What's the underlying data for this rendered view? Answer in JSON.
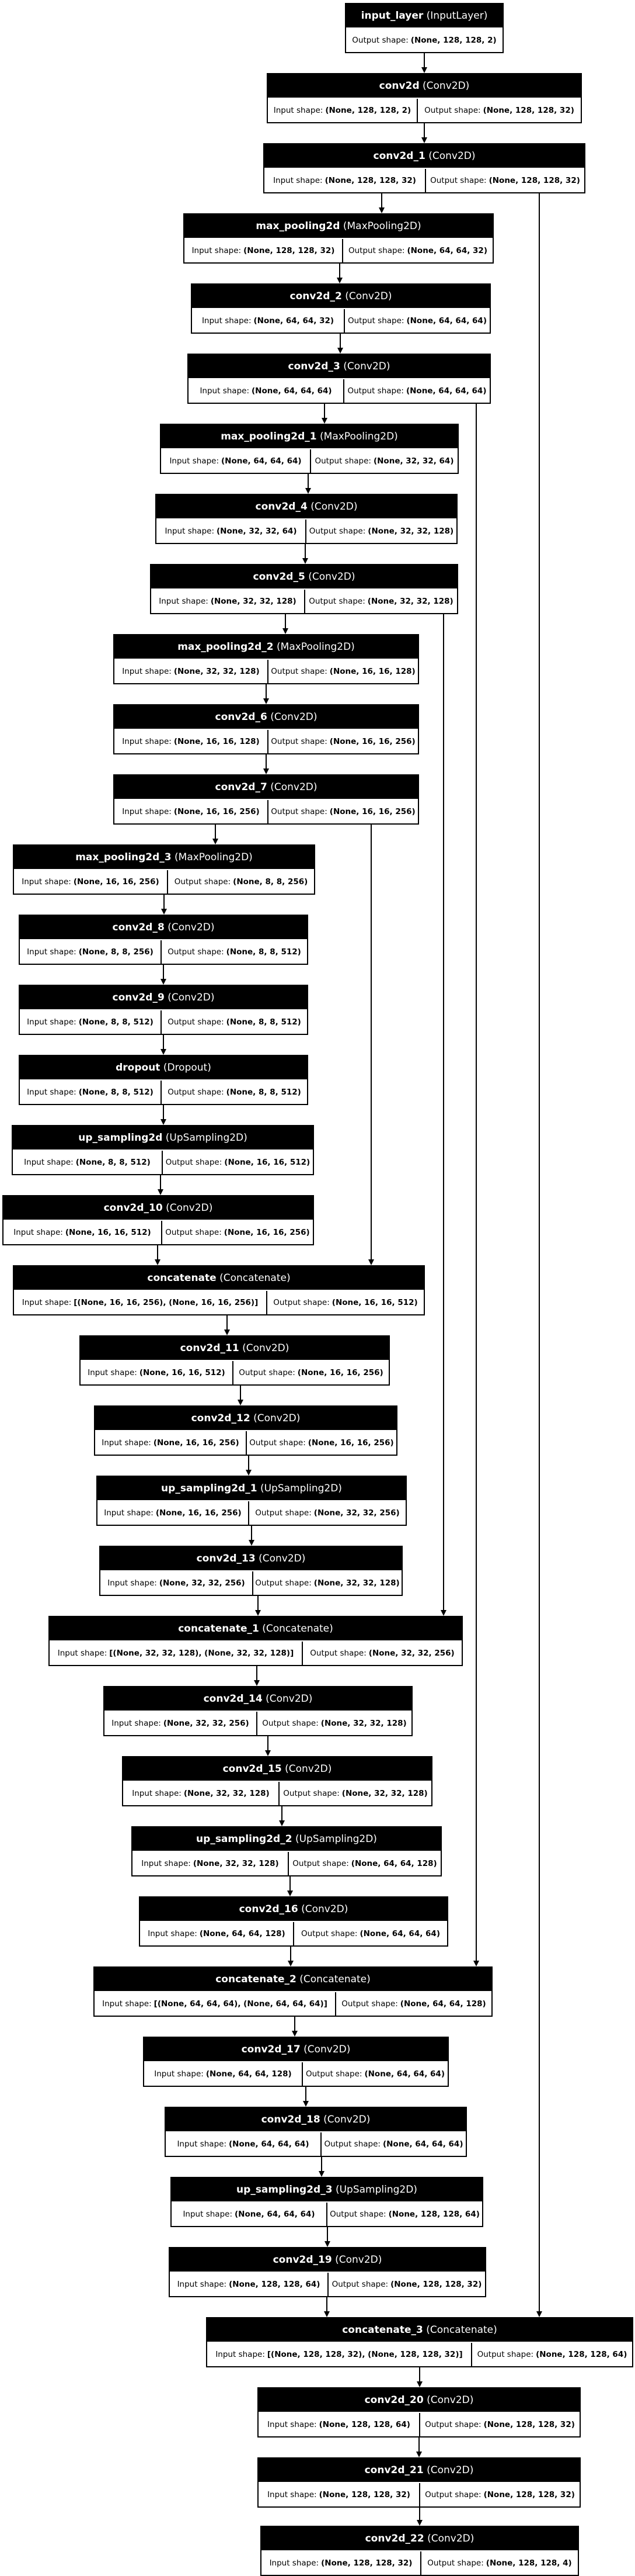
{
  "labels": {
    "input": "Input shape:",
    "output": "Output shape:"
  },
  "nodes": [
    {
      "id": "input_layer",
      "name": "input_layer",
      "type": "(InputLayer)",
      "input": "",
      "output": "(None, 128, 128, 2)"
    },
    {
      "id": "conv2d",
      "name": "conv2d",
      "type": "(Conv2D)",
      "input": "(None, 128, 128, 2)",
      "output": "(None, 128, 128, 32)"
    },
    {
      "id": "conv2d_1",
      "name": "conv2d_1",
      "type": "(Conv2D)",
      "input": "(None, 128, 128, 32)",
      "output": "(None, 128, 128, 32)"
    },
    {
      "id": "max_pooling2d",
      "name": "max_pooling2d",
      "type": "(MaxPooling2D)",
      "input": "(None, 128, 128, 32)",
      "output": "(None, 64, 64, 32)"
    },
    {
      "id": "conv2d_2",
      "name": "conv2d_2",
      "type": "(Conv2D)",
      "input": "(None, 64, 64, 32)",
      "output": "(None, 64, 64, 64)"
    },
    {
      "id": "conv2d_3",
      "name": "conv2d_3",
      "type": "(Conv2D)",
      "input": "(None, 64, 64, 64)",
      "output": "(None, 64, 64, 64)"
    },
    {
      "id": "max_pooling2d_1",
      "name": "max_pooling2d_1",
      "type": "(MaxPooling2D)",
      "input": "(None, 64, 64, 64)",
      "output": "(None, 32, 32, 64)"
    },
    {
      "id": "conv2d_4",
      "name": "conv2d_4",
      "type": "(Conv2D)",
      "input": "(None, 32, 32, 64)",
      "output": "(None, 32, 32, 128)"
    },
    {
      "id": "conv2d_5",
      "name": "conv2d_5",
      "type": "(Conv2D)",
      "input": "(None, 32, 32, 128)",
      "output": "(None, 32, 32, 128)"
    },
    {
      "id": "max_pooling2d_2",
      "name": "max_pooling2d_2",
      "type": "(MaxPooling2D)",
      "input": "(None, 32, 32, 128)",
      "output": "(None, 16, 16, 128)"
    },
    {
      "id": "conv2d_6",
      "name": "conv2d_6",
      "type": "(Conv2D)",
      "input": "(None, 16, 16, 128)",
      "output": "(None, 16, 16, 256)"
    },
    {
      "id": "conv2d_7",
      "name": "conv2d_7",
      "type": "(Conv2D)",
      "input": "(None, 16, 16, 256)",
      "output": "(None, 16, 16, 256)"
    },
    {
      "id": "max_pooling2d_3",
      "name": "max_pooling2d_3",
      "type": "(MaxPooling2D)",
      "input": "(None, 16, 16, 256)",
      "output": "(None, 8, 8, 256)"
    },
    {
      "id": "conv2d_8",
      "name": "conv2d_8",
      "type": "(Conv2D)",
      "input": "(None, 8, 8, 256)",
      "output": "(None, 8, 8, 512)"
    },
    {
      "id": "conv2d_9",
      "name": "conv2d_9",
      "type": "(Conv2D)",
      "input": "(None, 8, 8, 512)",
      "output": "(None, 8, 8, 512)"
    },
    {
      "id": "dropout",
      "name": "dropout",
      "type": "(Dropout)",
      "input": "(None, 8, 8, 512)",
      "output": "(None, 8, 8, 512)"
    },
    {
      "id": "up_sampling2d",
      "name": "up_sampling2d",
      "type": "(UpSampling2D)",
      "input": "(None, 8, 8, 512)",
      "output": "(None, 16, 16, 512)"
    },
    {
      "id": "conv2d_10",
      "name": "conv2d_10",
      "type": "(Conv2D)",
      "input": "(None, 16, 16, 512)",
      "output": "(None, 16, 16, 256)"
    },
    {
      "id": "concatenate",
      "name": "concatenate",
      "type": "(Concatenate)",
      "input": "[(None, 16, 16, 256), (None, 16, 16, 256)]",
      "output": "(None, 16, 16, 512)"
    },
    {
      "id": "conv2d_11",
      "name": "conv2d_11",
      "type": "(Conv2D)",
      "input": "(None, 16, 16, 512)",
      "output": "(None, 16, 16, 256)"
    },
    {
      "id": "conv2d_12",
      "name": "conv2d_12",
      "type": "(Conv2D)",
      "input": "(None, 16, 16, 256)",
      "output": "(None, 16, 16, 256)"
    },
    {
      "id": "up_sampling2d_1",
      "name": "up_sampling2d_1",
      "type": "(UpSampling2D)",
      "input": "(None, 16, 16, 256)",
      "output": "(None, 32, 32, 256)"
    },
    {
      "id": "conv2d_13",
      "name": "conv2d_13",
      "type": "(Conv2D)",
      "input": "(None, 32, 32, 256)",
      "output": "(None, 32, 32, 128)"
    },
    {
      "id": "concatenate_1",
      "name": "concatenate_1",
      "type": "(Concatenate)",
      "input": "[(None, 32, 32, 128), (None, 32, 32, 128)]",
      "output": "(None, 32, 32, 256)"
    },
    {
      "id": "conv2d_14",
      "name": "conv2d_14",
      "type": "(Conv2D)",
      "input": "(None, 32, 32, 256)",
      "output": "(None, 32, 32, 128)"
    },
    {
      "id": "conv2d_15",
      "name": "conv2d_15",
      "type": "(Conv2D)",
      "input": "(None, 32, 32, 128)",
      "output": "(None, 32, 32, 128)"
    },
    {
      "id": "up_sampling2d_2",
      "name": "up_sampling2d_2",
      "type": "(UpSampling2D)",
      "input": "(None, 32, 32, 128)",
      "output": "(None, 64, 64, 128)"
    },
    {
      "id": "conv2d_16",
      "name": "conv2d_16",
      "type": "(Conv2D)",
      "input": "(None, 64, 64, 128)",
      "output": "(None, 64, 64, 64)"
    },
    {
      "id": "concatenate_2",
      "name": "concatenate_2",
      "type": "(Concatenate)",
      "input": "[(None, 64, 64, 64), (None, 64, 64, 64)]",
      "output": "(None, 64, 64, 128)"
    },
    {
      "id": "conv2d_17",
      "name": "conv2d_17",
      "type": "(Conv2D)",
      "input": "(None, 64, 64, 128)",
      "output": "(None, 64, 64, 64)"
    },
    {
      "id": "conv2d_18",
      "name": "conv2d_18",
      "type": "(Conv2D)",
      "input": "(None, 64, 64, 64)",
      "output": "(None, 64, 64, 64)"
    },
    {
      "id": "up_sampling2d_3",
      "name": "up_sampling2d_3",
      "type": "(UpSampling2D)",
      "input": "(None, 64, 64, 64)",
      "output": "(None, 128, 128, 64)"
    },
    {
      "id": "conv2d_19",
      "name": "conv2d_19",
      "type": "(Conv2D)",
      "input": "(None, 128, 128, 64)",
      "output": "(None, 128, 128, 32)"
    },
    {
      "id": "concatenate_3",
      "name": "concatenate_3",
      "type": "(Concatenate)",
      "input": "[(None, 128, 128, 32), (None, 128, 128, 32)]",
      "output": "(None, 128, 128, 64)"
    },
    {
      "id": "conv2d_20",
      "name": "conv2d_20",
      "type": "(Conv2D)",
      "input": "(None, 128, 128, 64)",
      "output": "(None, 128, 128, 32)"
    },
    {
      "id": "conv2d_21",
      "name": "conv2d_21",
      "type": "(Conv2D)",
      "input": "(None, 128, 128, 32)",
      "output": "(None, 128, 128, 32)"
    },
    {
      "id": "conv2d_22",
      "name": "conv2d_22",
      "type": "(Conv2D)",
      "input": "(None, 128, 128, 32)",
      "output": "(None, 128, 128, 4)"
    }
  ],
  "edges": [
    [
      "input_layer",
      "conv2d"
    ],
    [
      "conv2d",
      "conv2d_1"
    ],
    [
      "conv2d_1",
      "max_pooling2d"
    ],
    [
      "max_pooling2d",
      "conv2d_2"
    ],
    [
      "conv2d_2",
      "conv2d_3"
    ],
    [
      "conv2d_3",
      "max_pooling2d_1"
    ],
    [
      "max_pooling2d_1",
      "conv2d_4"
    ],
    [
      "conv2d_4",
      "conv2d_5"
    ],
    [
      "conv2d_5",
      "max_pooling2d_2"
    ],
    [
      "max_pooling2d_2",
      "conv2d_6"
    ],
    [
      "conv2d_6",
      "conv2d_7"
    ],
    [
      "conv2d_7",
      "max_pooling2d_3"
    ],
    [
      "max_pooling2d_3",
      "conv2d_8"
    ],
    [
      "conv2d_8",
      "conv2d_9"
    ],
    [
      "conv2d_9",
      "dropout"
    ],
    [
      "dropout",
      "up_sampling2d"
    ],
    [
      "up_sampling2d",
      "conv2d_10"
    ],
    [
      "conv2d_10",
      "concatenate"
    ],
    [
      "conv2d_7",
      "concatenate"
    ],
    [
      "concatenate",
      "conv2d_11"
    ],
    [
      "conv2d_11",
      "conv2d_12"
    ],
    [
      "conv2d_12",
      "up_sampling2d_1"
    ],
    [
      "up_sampling2d_1",
      "conv2d_13"
    ],
    [
      "conv2d_13",
      "concatenate_1"
    ],
    [
      "conv2d_5",
      "concatenate_1"
    ],
    [
      "concatenate_1",
      "conv2d_14"
    ],
    [
      "conv2d_14",
      "conv2d_15"
    ],
    [
      "conv2d_15",
      "up_sampling2d_2"
    ],
    [
      "up_sampling2d_2",
      "conv2d_16"
    ],
    [
      "conv2d_16",
      "concatenate_2"
    ],
    [
      "conv2d_3",
      "concatenate_2"
    ],
    [
      "concatenate_2",
      "conv2d_17"
    ],
    [
      "conv2d_17",
      "conv2d_18"
    ],
    [
      "conv2d_18",
      "up_sampling2d_3"
    ],
    [
      "up_sampling2d_3",
      "conv2d_19"
    ],
    [
      "conv2d_19",
      "concatenate_3"
    ],
    [
      "conv2d_1",
      "concatenate_3"
    ],
    [
      "concatenate_3",
      "conv2d_20"
    ],
    [
      "conv2d_20",
      "conv2d_21"
    ],
    [
      "conv2d_21",
      "conv2d_22"
    ]
  ]
}
